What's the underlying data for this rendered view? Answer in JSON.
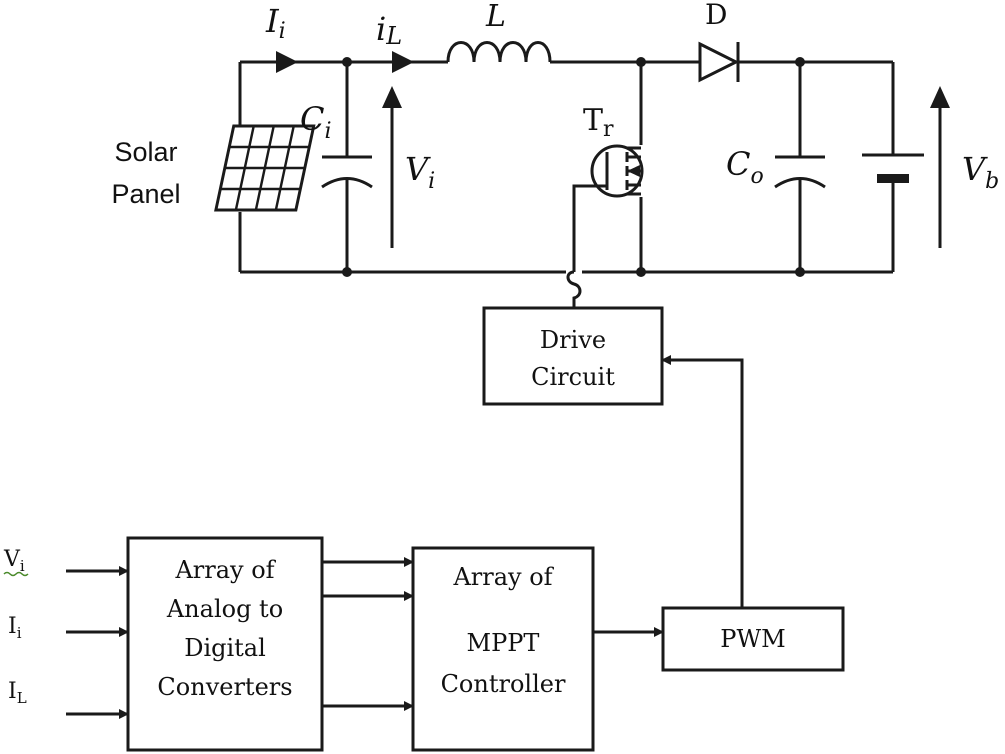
{
  "circuit": {
    "panel_label_line1": "Solar",
    "panel_label_line2": "Panel",
    "current_in": {
      "main": "I",
      "sub": "i"
    },
    "current_inductor": {
      "main": "i",
      "sub": "L"
    },
    "inductor": "L",
    "diode": "D",
    "transistor": {
      "main": "T",
      "sub": "r"
    },
    "cap_in": {
      "main": "C",
      "sub": "i"
    },
    "voltage_in": {
      "main": "V",
      "sub": "i"
    },
    "cap_out": {
      "main": "C",
      "sub": "o"
    },
    "voltage_batt": {
      "main": "V",
      "sub": "b"
    }
  },
  "blocks": {
    "drive": {
      "line1": "Drive",
      "line2": "Circuit"
    },
    "adc": {
      "line1": "Array of",
      "line2": "Analog to",
      "line3": "Digital",
      "line4": "Converters"
    },
    "mppt": {
      "line1": "Array of",
      "line2": "MPPT",
      "line3": "Controller"
    },
    "pwm": "PWM"
  },
  "inputs": [
    {
      "main": "V",
      "sub": "i"
    },
    {
      "main": "I",
      "sub": "i"
    },
    {
      "main": "I",
      "sub": "L"
    }
  ]
}
